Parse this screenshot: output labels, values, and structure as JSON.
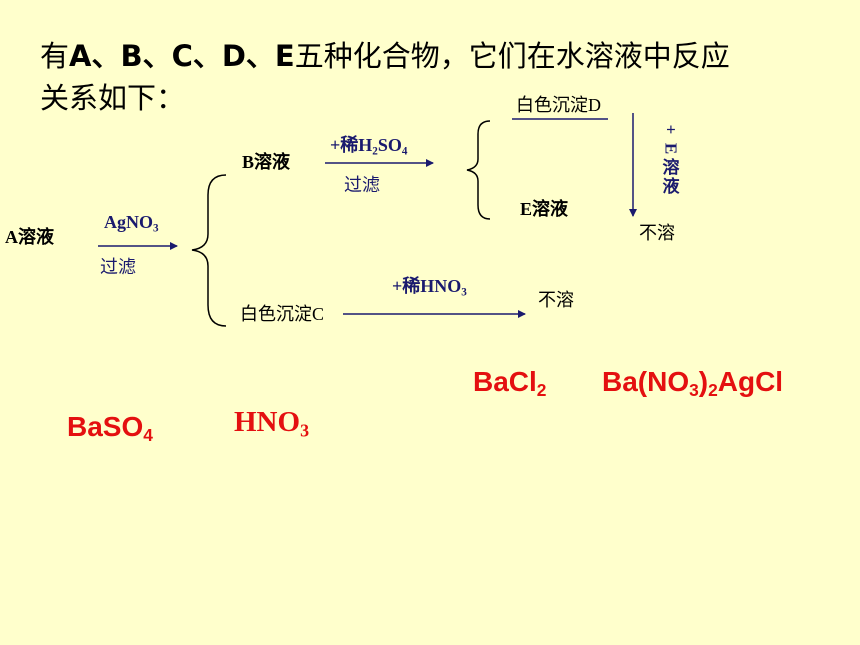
{
  "title": {
    "line1_prefix": "有",
    "line1_letters": "A、B、C、D、E",
    "line1_suffix": "五种化合物，它们在水溶液中反应",
    "line2": "关系如下："
  },
  "diagram": {
    "a_solution": "A溶液",
    "reagent1": "AgNO",
    "reagent1_sub": "3",
    "filter1": "过滤",
    "b_solution": "B溶液",
    "reagent2_prefix": "+稀H",
    "reagent2_sub1": "2",
    "reagent2_mid": "SO",
    "reagent2_sub2": "4",
    "filter2": "过滤",
    "white_precip_d": "白色沉淀D",
    "e_solution": "E溶液",
    "plus_e": [
      "+",
      "E",
      "溶",
      "液"
    ],
    "insoluble1": "不溶",
    "white_precip_c": "白色沉淀C",
    "reagent3_prefix": "+稀HNO",
    "reagent3_sub": "3",
    "insoluble2": "不溶"
  },
  "answers": {
    "bacl2_main": "BaCl",
    "bacl2_sub": "2",
    "bano3_a": "Ba(NO",
    "bano3_sub1": "3",
    "bano3_b": ")",
    "bano3_sub2": "2",
    "agcl": "AgCl",
    "baso4_main": "BaSO",
    "baso4_sub": "4",
    "hno3_main": "HNO",
    "hno3_sub": "3"
  },
  "colors": {
    "background": "#ffffcc",
    "answer": "#e41010",
    "arrow": "#1a1a6e"
  }
}
